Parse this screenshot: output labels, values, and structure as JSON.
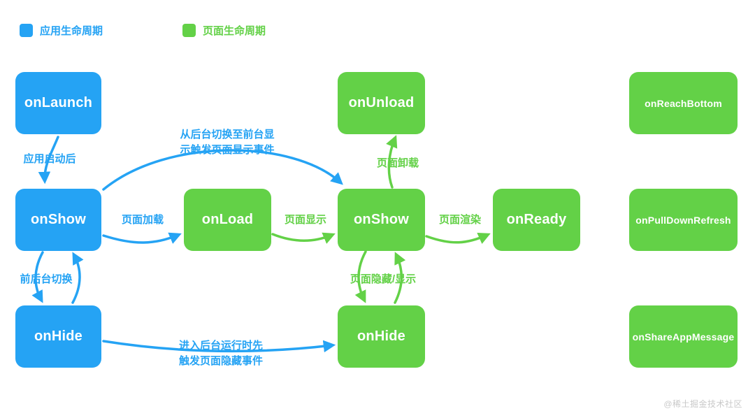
{
  "legend": {
    "items": [
      {
        "label": "应用生命周期",
        "color": "#25a3f4"
      },
      {
        "label": "页面生命周期",
        "color": "#63d147"
      }
    ]
  },
  "nodes": {
    "appOnLaunch": {
      "label": "onLaunch"
    },
    "appOnShow": {
      "label": "onShow"
    },
    "appOnHide": {
      "label": "onHide"
    },
    "pageOnLoad": {
      "label": "onLoad"
    },
    "pageOnUnload": {
      "label": "onUnload"
    },
    "pageOnShow": {
      "label": "onShow"
    },
    "pageOnHide": {
      "label": "onHide"
    },
    "pageOnReady": {
      "label": "onReady"
    },
    "pageOnReachBottom": {
      "label": "onReachBottom"
    },
    "pageOnPullDownRefresh": {
      "label": "onPullDownRefresh"
    },
    "pageOnShareAppMessage": {
      "label": "onShareAppMessage"
    }
  },
  "edges": {
    "appLaunch": {
      "label": "应用启动后"
    },
    "fgBgSwitch": {
      "label": "前后台切换"
    },
    "pageLoad": {
      "label": "页面加载"
    },
    "pageShow": {
      "label": "页面显示"
    },
    "pageRender": {
      "label": "页面渲染"
    },
    "pageUnload": {
      "label": "页面卸载"
    },
    "pageHideShow": {
      "label": "页面隐藏/显示"
    },
    "bgToFg": {
      "label": "从后台切换至前台显\n示触发页面显示事件"
    },
    "enterBg": {
      "label": "进入后台运行时先\n触发页面隐藏事件"
    }
  },
  "watermark": "@稀土掘金技术社区",
  "colors": {
    "appLifecycle": "#25a3f4",
    "pageLifecycle": "#63d147"
  }
}
